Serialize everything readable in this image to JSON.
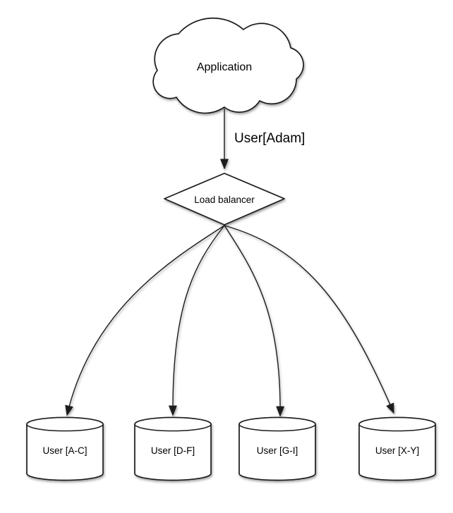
{
  "diagram": {
    "application": {
      "type": "cloud",
      "label": "Application"
    },
    "request_edge": {
      "label": "User[Adam]"
    },
    "load_balancer": {
      "type": "diamond",
      "label": "Load balancer"
    },
    "shards": [
      {
        "type": "cylinder",
        "label": "User [A-C]"
      },
      {
        "type": "cylinder",
        "label": "User [D-F]"
      },
      {
        "type": "cylinder",
        "label": "User [G-I]"
      },
      {
        "type": "cylinder",
        "label": "User [X-Y]"
      }
    ],
    "colors": {
      "stroke": "#1a1a1a",
      "shape_fill": "#ffffff",
      "background": "#ffffff",
      "text": "#000000"
    }
  }
}
